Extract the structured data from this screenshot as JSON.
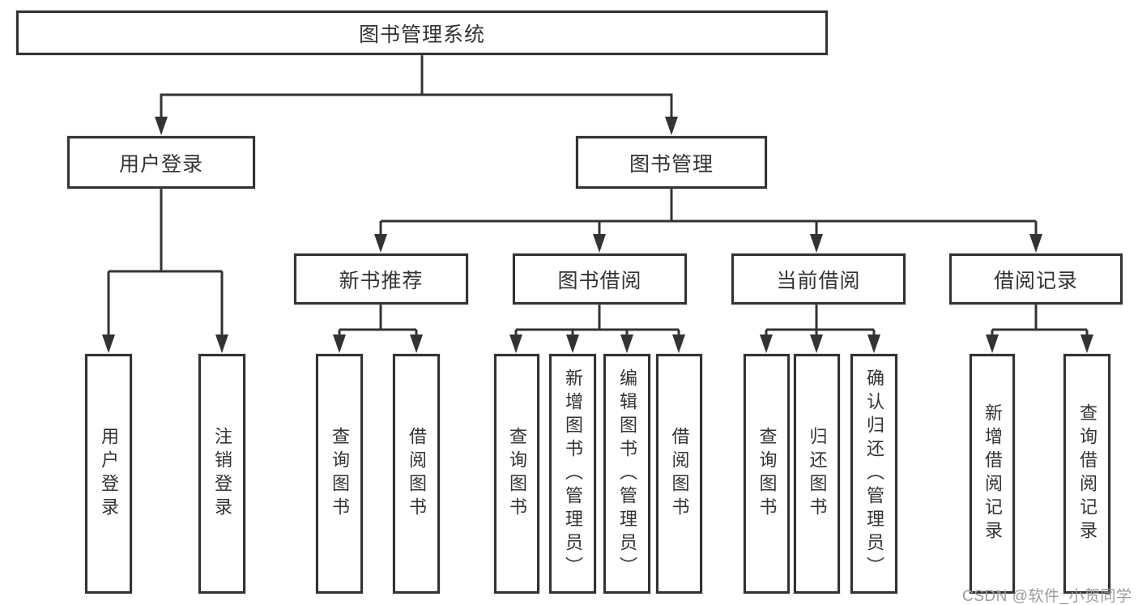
{
  "tree": {
    "root": {
      "label": "图书管理系统"
    },
    "level2": [
      {
        "label": "用户登录"
      },
      {
        "label": "图书管理"
      }
    ],
    "level3": [
      {
        "label": "新书推荐",
        "parent": "图书管理"
      },
      {
        "label": "图书借阅",
        "parent": "图书管理"
      },
      {
        "label": "当前借阅",
        "parent": "图书管理"
      },
      {
        "label": "借阅记录",
        "parent": "图书管理"
      }
    ],
    "leaves": [
      {
        "label": "用户登录",
        "parent": "用户登录"
      },
      {
        "label": "注销登录",
        "parent": "用户登录"
      },
      {
        "label": "查询图书",
        "parent": "新书推荐"
      },
      {
        "label": "借阅图书",
        "parent": "新书推荐"
      },
      {
        "label": "查询图书",
        "parent": "图书借阅"
      },
      {
        "label": "新增图书（管理员）",
        "parent": "图书借阅"
      },
      {
        "label": "编辑图书（管理员）",
        "parent": "图书借阅"
      },
      {
        "label": "借阅图书",
        "parent": "图书借阅"
      },
      {
        "label": "查询图书",
        "parent": "当前借阅"
      },
      {
        "label": "归还图书",
        "parent": "当前借阅"
      },
      {
        "label": "确认归还（管理员）",
        "parent": "当前借阅"
      },
      {
        "label": "新增借阅记录",
        "parent": "借阅记录"
      },
      {
        "label": "查询借阅记录",
        "parent": "借阅记录"
      }
    ]
  },
  "watermark": "CSDN @软件_小贺同学",
  "colors": {
    "line": "#333333",
    "text": "#333333",
    "box_background": "#ffffff",
    "page_background": "#ffffff",
    "watermark": "#9b9b9b"
  }
}
